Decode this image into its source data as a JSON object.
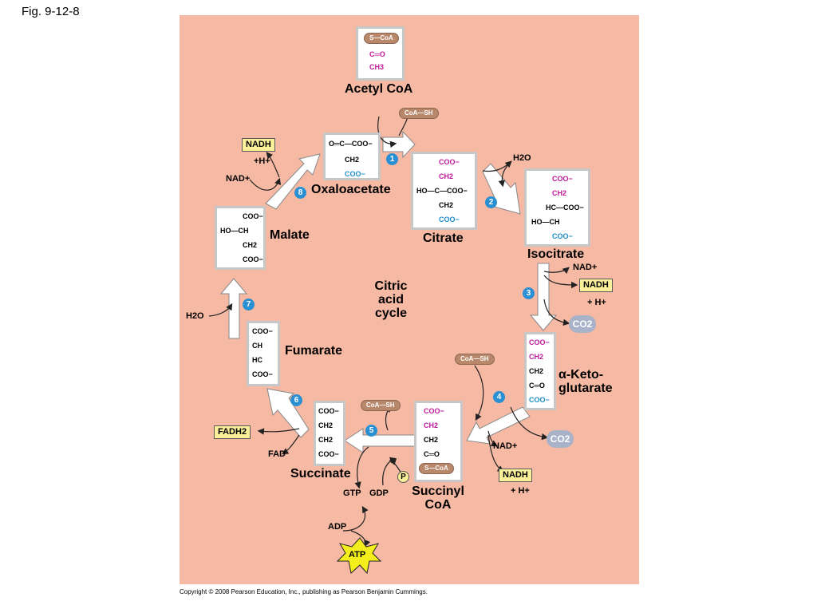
{
  "figure_label": "Fig. 9-12-8",
  "copyright": "Copyright © 2008 Pearson Education, Inc., publishing as Pearson Benjamin Cummings.",
  "center_label": [
    "Citric",
    "acid",
    "cycle"
  ],
  "steps": [
    "1",
    "2",
    "3",
    "4",
    "5",
    "6",
    "7",
    "8"
  ],
  "molecules": {
    "acetyl_coa": "Acetyl CoA",
    "citrate": "Citrate",
    "isocitrate": "Isocitrate",
    "alpha_ketoglutarate_line1": "α-Keto-",
    "alpha_ketoglutarate_line2": "glutarate",
    "succinyl_coa_line1": "Succinyl",
    "succinyl_coa_line2": "CoA",
    "succinate": "Succinate",
    "fumarate": "Fumarate",
    "malate": "Malate",
    "oxaloacetate": "Oxaloacetate"
  },
  "cofactors": {
    "coa_sh": "CoA—SH",
    "h2o": "H2O",
    "nad_plus": "NAD+",
    "nadh": "NADH",
    "h_plus": "+ H+",
    "h_plus_short": "+H+",
    "co2": "CO2",
    "gtp": "GTP",
    "gdp": "GDP",
    "pi": "P",
    "adp": "ADP",
    "atp": "ATP",
    "fad": "FAD",
    "fadh2": "FADH2"
  },
  "structures": {
    "acetyl_coa": [
      "S—CoA",
      "C═O",
      "CH3"
    ],
    "oxaloacetate": [
      "O═C—COO−",
      "CH2",
      "COO−"
    ],
    "citrate": [
      "COO−",
      "CH2",
      "HO—C—COO−",
      "CH2",
      "COO−"
    ],
    "isocitrate": [
      "COO−",
      "CH2",
      "HC—COO−",
      "HO—CH",
      "COO−"
    ],
    "alpha_ketoglutarate": [
      "COO−",
      "CH2",
      "CH2",
      "C═O",
      "COO−"
    ],
    "succinyl_coa": [
      "COO−",
      "CH2",
      "CH2",
      "C═O",
      "S—CoA"
    ],
    "succinate": [
      "COO−",
      "CH2",
      "CH2",
      "COO−"
    ],
    "fumarate": [
      "COO−",
      "CH",
      "HC",
      "COO−"
    ],
    "malate": [
      "COO−",
      "HO—CH",
      "CH2",
      "COO−"
    ]
  },
  "colors": {
    "panel": "#f6b9a3",
    "step_circle": "#2a8fd3",
    "highlight_box": "#fbf09a",
    "coa_pill": "#b9876a",
    "co2_bubble": "#a8b2c8",
    "atp_star": "#f4ee1c",
    "carbon_from_acetyl": "#c0189a",
    "carbon_from_oxaloacetate": "#1f8ecb"
  }
}
